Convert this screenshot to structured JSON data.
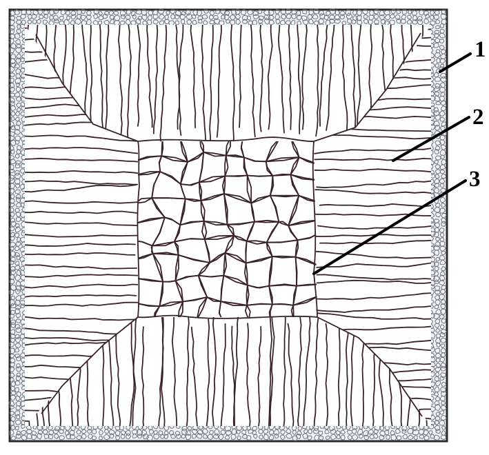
{
  "figure": {
    "callouts": [
      {
        "label": "1",
        "zone": "chill-zone"
      },
      {
        "label": "2",
        "zone": "columnar-zone"
      },
      {
        "label": "3",
        "zone": "equiaxed-zone"
      }
    ]
  },
  "colors": {
    "grain_boundary": "#3a2326",
    "chill_zone_line": "#6e7580",
    "chill_zone_fill": "#f2f3f6",
    "outline": "#2a2a2a",
    "leader_line": "#000000"
  }
}
